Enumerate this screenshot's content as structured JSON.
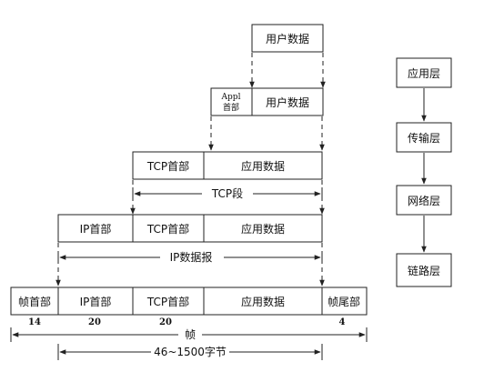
{
  "app_layer": {
    "user_data": "用户数据"
  },
  "app_encap": {
    "header_line1": "Appl",
    "header_line2": "首部",
    "user_data": "用户数据"
  },
  "tcp_segment": {
    "tcp_header": "TCP首部",
    "app_data": "应用数据",
    "span_label": "TCP段"
  },
  "ip_datagram": {
    "ip_header": "IP首部",
    "tcp_header": "TCP首部",
    "app_data": "应用数据",
    "span_label": "IP数据报"
  },
  "frame": {
    "frame_header": "帧首部",
    "ip_header": "IP首部",
    "tcp_header": "TCP首部",
    "app_data": "应用数据",
    "frame_trailer": "帧尾部",
    "size_header": "14",
    "size_ip": "20",
    "size_tcp": "20",
    "size_trailer": "4",
    "span_label": "帧",
    "payload_label": "46~1500字节"
  },
  "layers": [
    "应用层",
    "传输层",
    "网络层",
    "链路层"
  ]
}
